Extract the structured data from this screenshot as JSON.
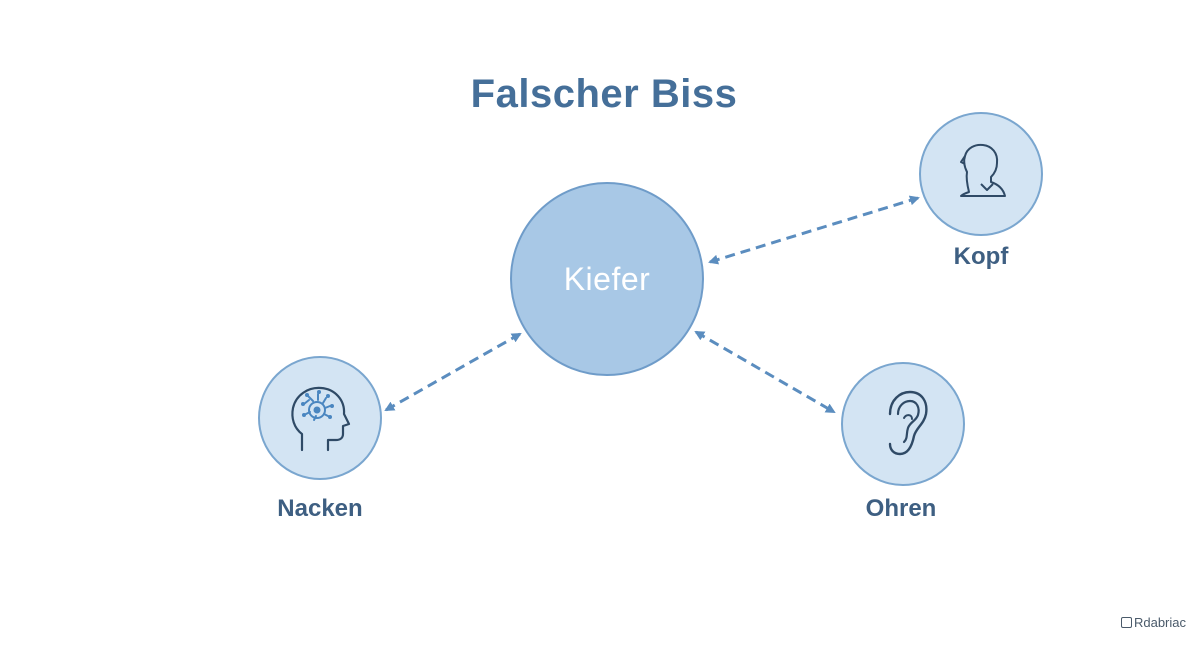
{
  "title": "Falscher Biss",
  "center": {
    "label": "Kiefer"
  },
  "nodes": [
    {
      "id": "kopf",
      "label": "Kopf",
      "icon": "head-silhouette-icon"
    },
    {
      "id": "nacken",
      "label": "Nacken",
      "icon": "brain-head-icon"
    },
    {
      "id": "ohren",
      "label": "Ohren",
      "icon": "ear-icon"
    }
  ],
  "watermark": "Rdabriac",
  "colors": {
    "title": "#456f99",
    "center_fill": "#a8c8e6",
    "node_fill": "#d3e4f3",
    "outline": "#6f9cc9",
    "arrow": "#5b8dbf",
    "label": "#3e5f82"
  }
}
